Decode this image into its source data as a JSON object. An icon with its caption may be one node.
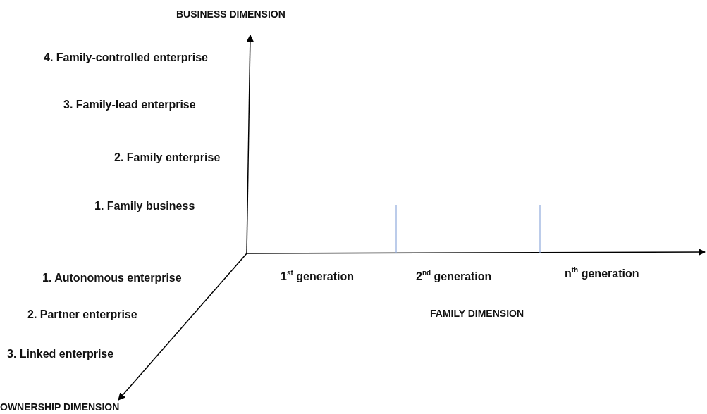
{
  "diagram": {
    "labels": [
      "BUSINESS DIMENSION",
      "4. Family-controlled enterprise",
      "3.  Family-lead enterprise",
      "2. Family enterprise",
      "1. Family business",
      "1. Autonomous enterprise",
      "1$^{st}$ generation",
      "2$^{nd}$ generation",
      "n$^{th}$ generation",
      "2. Partner enterprise",
      "FAMILY DIMENSION",
      "3. Linked enterprise",
      "OWNERSHIP DIMENSION"
    ]
  }
}
